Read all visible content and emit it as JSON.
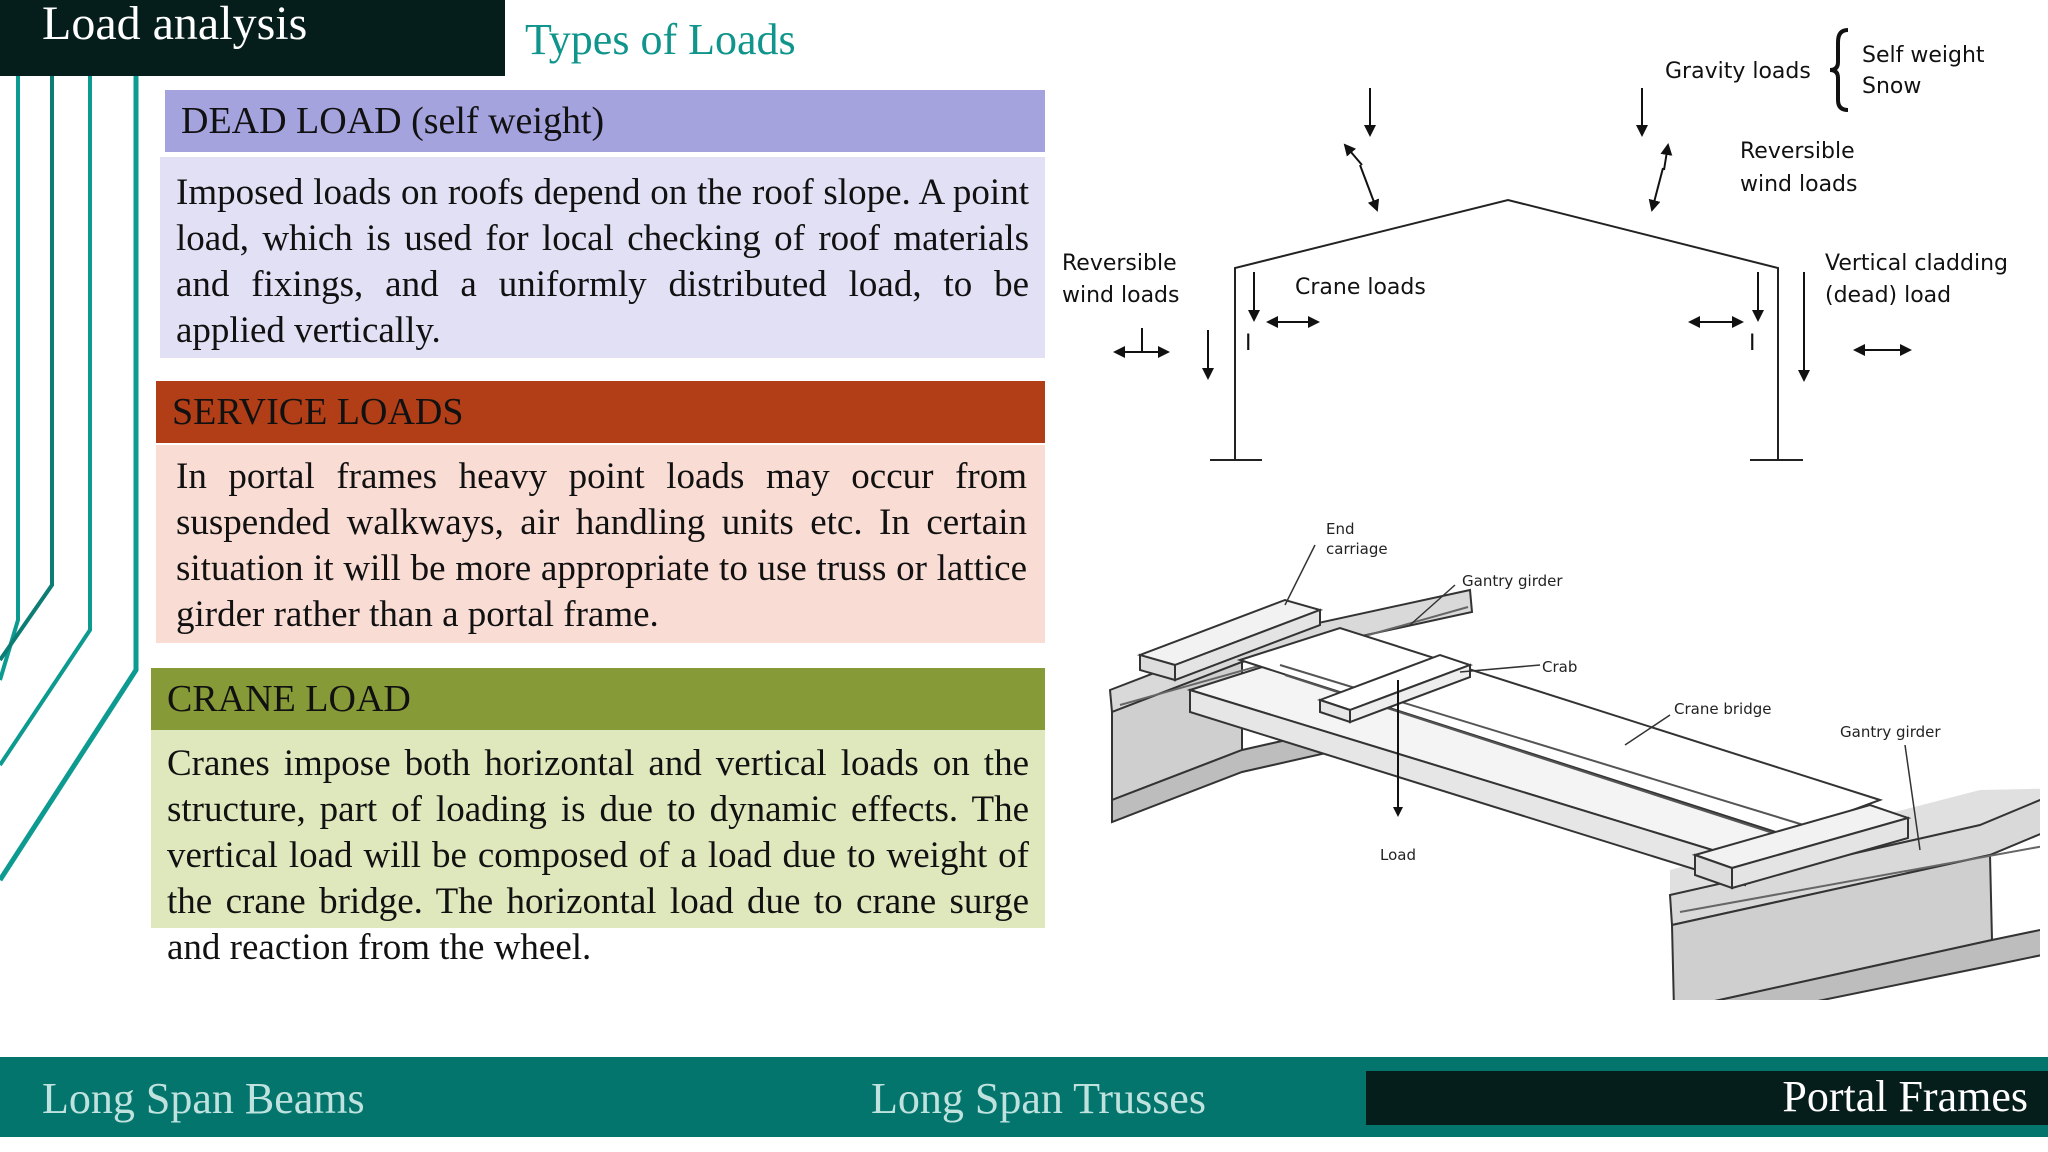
{
  "header": {
    "title": "Load analysis",
    "subtitle": "Types of Loads"
  },
  "sections": {
    "dead": {
      "heading": "DEAD LOAD (self weight)",
      "text": "Imposed loads on roofs depend on the roof slope. A point load, which is used for local checking of roof materials and fixings, and a uniformly distributed load, to be applied vertically."
    },
    "service": {
      "heading": "SERVICE LOADS",
      "text": "In portal frames heavy point loads may occur from suspended walkways, air handling units etc. In certain situation it will be more appropriate to use truss or lattice girder rather than a portal frame."
    },
    "crane": {
      "heading": "CRANE LOAD",
      "text": "Cranes impose both horizontal and vertical loads on the structure, part of loading is due to dynamic effects. The vertical load will be composed of a load due to weight of the crane bridge. The horizontal load due to crane surge and reaction from the wheel."
    }
  },
  "frame_diagram": {
    "gravity_loads": "Gravity loads",
    "self_weight": "Self weight",
    "snow": "Snow",
    "reversible_wind_right_1": "Reversible",
    "reversible_wind_right_2": "wind loads",
    "reversible_wind_left_1": "Reversible",
    "reversible_wind_left_2": "wind loads",
    "crane_loads": "Crane loads",
    "vertical_cladding_1": "Vertical cladding",
    "vertical_cladding_2": "(dead) load"
  },
  "crane_diagram": {
    "end_carriage_1": "End",
    "end_carriage_2": "carriage",
    "gantry_girder_top": "Gantry girder",
    "crab": "Crab",
    "crane_bridge": "Crane bridge",
    "gantry_girder_right": "Gantry girder",
    "load": "Load"
  },
  "footer": {
    "nav1": "Long Span Beams",
    "nav2": "Long Span Trusses",
    "nav3": "Portal Frames"
  }
}
